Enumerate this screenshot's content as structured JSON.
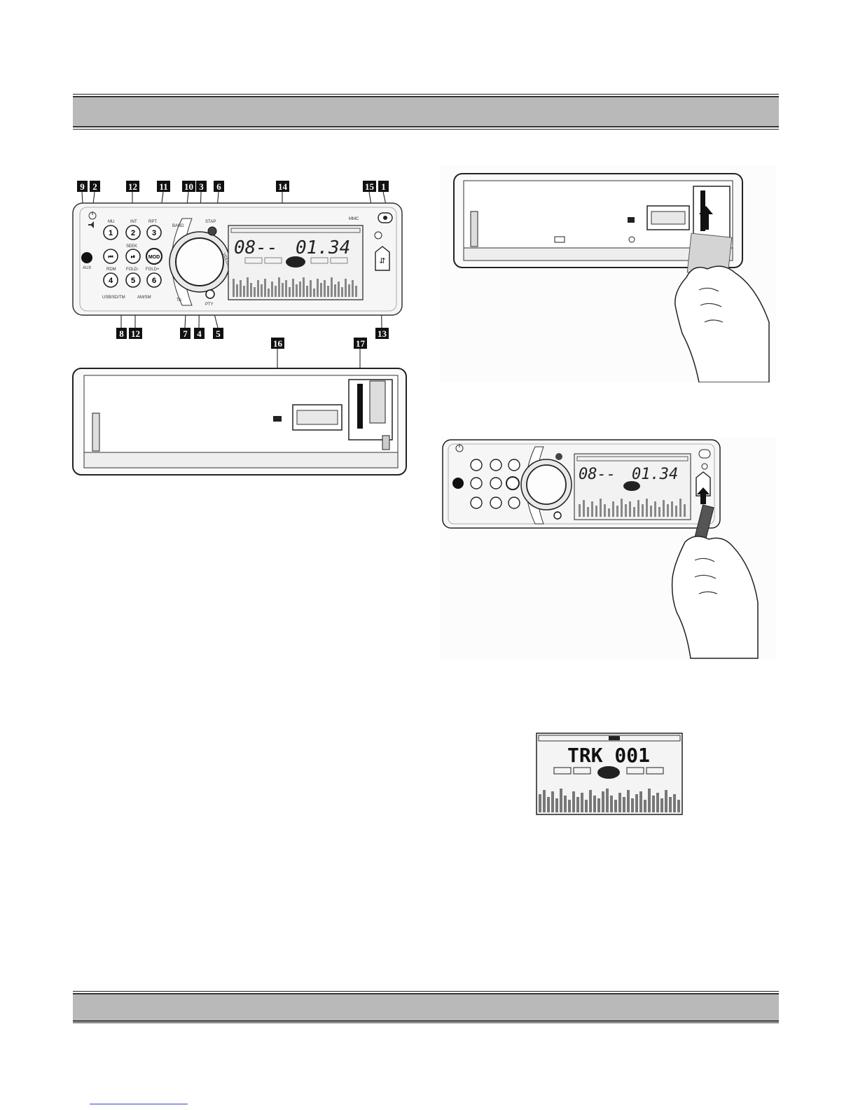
{
  "callouts": {
    "c9": "9",
    "c2": "2",
    "c12a": "12",
    "c11": "11",
    "c10": "10",
    "c3": "3",
    "c6": "6",
    "c14": "14",
    "c15": "15",
    "c1": "1",
    "c8": "8",
    "c12b": "12",
    "c7": "7",
    "c4": "4",
    "c5": "5",
    "c13": "13",
    "c16": "16",
    "c17": "17"
  },
  "panel": {
    "brand": "MMC",
    "btn1": "1",
    "btn2": "2",
    "btn3": "3",
    "btn4": "4",
    "btn5": "5",
    "btn6": "6",
    "label_mu": "MU",
    "label_int": "INT",
    "label_rpt": "RPT",
    "label_seek": "SEEK",
    "label_rdm": "RDM",
    "label_fold_minus": "FOLD-",
    "label_fold_plus": "FOLD+",
    "label_usbsdtm": "USB/SD/TM",
    "label_amsm": "AM/SM",
    "label_mod": "MOD",
    "label_band": "BAND",
    "label_stap": "STAP",
    "label_pty": "PTY",
    "label_ta": "TA",
    "label_aux": "AUX",
    "label_volume": "VOLUME",
    "lcd_left": "08--",
    "lcd_right": "01.34"
  },
  "lcd_closeup": {
    "text": "TRK 001"
  }
}
